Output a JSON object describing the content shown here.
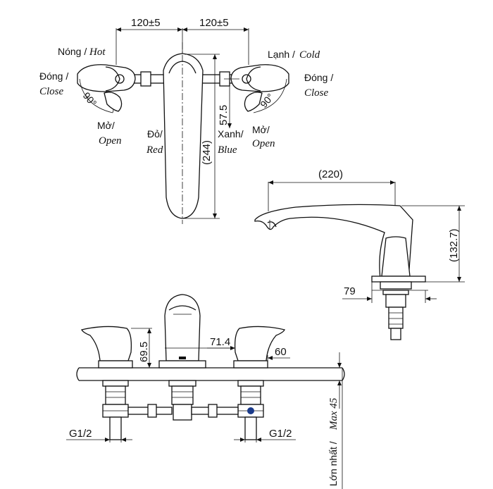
{
  "top_view": {
    "dim_left": "120±5",
    "dim_right": "120±5",
    "hot_vn": "Nóng /",
    "hot_en": "Hot",
    "cold_vn": "Lạnh /",
    "cold_en": "Cold",
    "close_left_vn": "Đóng /",
    "close_left_en": "Close",
    "close_right_vn": "Đóng /",
    "close_right_en": "Close",
    "angle_left": "90°",
    "angle_right": "90°",
    "open_left_vn": "Mở/",
    "open_left_en": "Open",
    "open_right_vn": "Mở/",
    "open_right_en": "Open",
    "red_vn": "Đỏ/",
    "red_en": "Red",
    "blue_vn": "Xanh/",
    "blue_en": "Blue",
    "dim_spout_length": "(244)",
    "dim_offset": "57.5"
  },
  "side_view": {
    "dim_reach": "(220)",
    "dim_height": "(132.7)",
    "dim_base": "79"
  },
  "front_view": {
    "dim_handle_height": "69.5",
    "dim_spout": "71.4",
    "dim_handle_width": "60",
    "thread_left": "G1/2",
    "thread_right": "G1/2",
    "deck_vn": "Lớn nhất /",
    "deck_en": "Max 45"
  }
}
